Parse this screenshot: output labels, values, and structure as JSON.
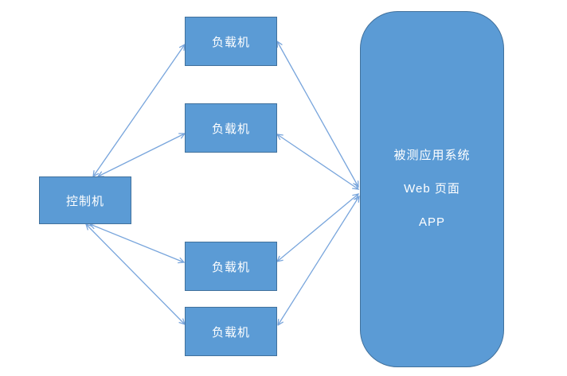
{
  "diagram": {
    "controller": {
      "label": "控制机"
    },
    "load_machines": [
      {
        "label": "负载机"
      },
      {
        "label": "负载机"
      },
      {
        "label": "负载机"
      },
      {
        "label": "负载机"
      }
    ],
    "system": {
      "lines": [
        "被测应用系统",
        "Web 页面",
        "APP"
      ]
    },
    "edges": [
      {
        "from": "controller",
        "to": "load-machine-1",
        "style": "double-arrow"
      },
      {
        "from": "controller",
        "to": "load-machine-2",
        "style": "double-arrow"
      },
      {
        "from": "controller",
        "to": "load-machine-3",
        "style": "double-arrow"
      },
      {
        "from": "controller",
        "to": "load-machine-4",
        "style": "double-arrow"
      },
      {
        "from": "load-machine-1",
        "to": "system",
        "style": "double-arrow"
      },
      {
        "from": "load-machine-2",
        "to": "system",
        "style": "double-arrow"
      },
      {
        "from": "load-machine-3",
        "to": "system",
        "style": "double-arrow"
      },
      {
        "from": "load-machine-4",
        "to": "system",
        "style": "double-arrow"
      }
    ],
    "colors": {
      "node_fill": "#5b9bd5",
      "node_border": "#41719c",
      "arrow": "#78a5dc",
      "text": "#ffffff",
      "background": "#ffffff"
    }
  }
}
